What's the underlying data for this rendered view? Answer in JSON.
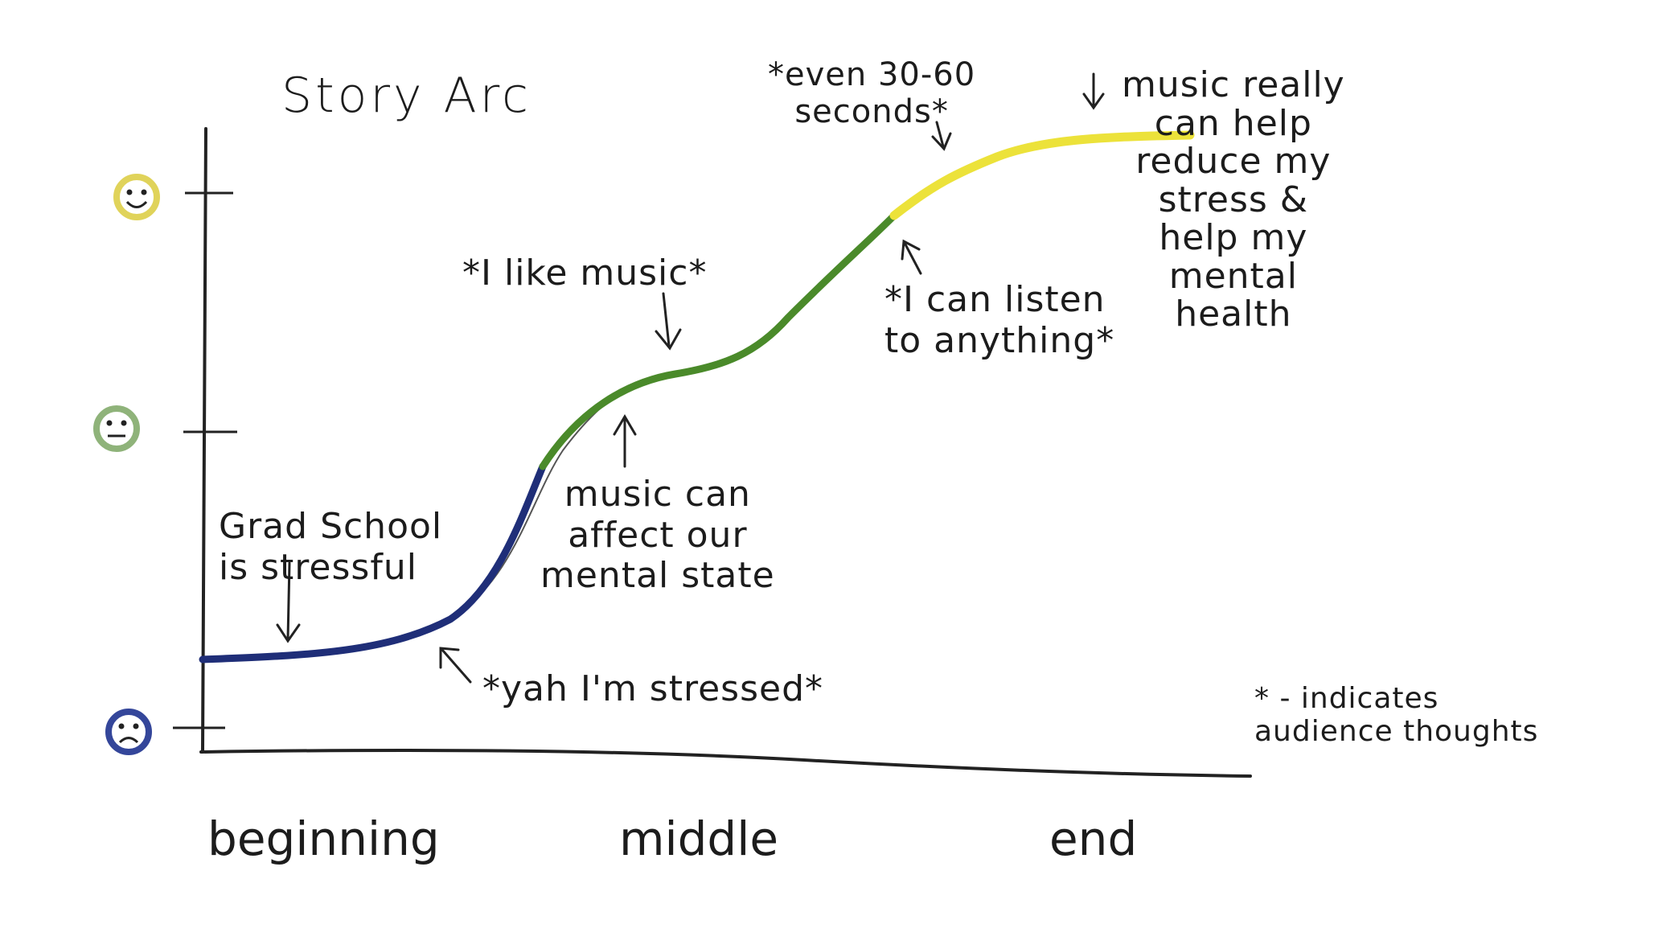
{
  "title": "Story Arc",
  "x_labels": [
    "beginning",
    "middle",
    "end"
  ],
  "mood_levels": [
    {
      "name": "happy",
      "color": "#e0d35a"
    },
    {
      "name": "neutral",
      "color": "#8fb37a"
    },
    {
      "name": "sad",
      "color": "#34469a"
    }
  ],
  "arc_segments": [
    {
      "stage": "beginning",
      "color": "#1f2e78"
    },
    {
      "stage": "middle",
      "color": "#4a8a2a"
    },
    {
      "stage": "end",
      "color": "#ece23a"
    }
  ],
  "annotations": {
    "grad_school": "Grad School\nis   stressful",
    "yah_stressed": "*yah I'm stressed*",
    "music_affect": "music can\naffect our\nmental state",
    "like_music": "*I like music*",
    "listen_anything": "*I can listen\nto anything*",
    "even_seconds": "*even 30-60\nseconds*",
    "music_really": "music really\ncan help\nreduce my\nstress &\nhelp my\nmental\nhealth",
    "legend_note": "* - indicates\naudience thoughts"
  }
}
